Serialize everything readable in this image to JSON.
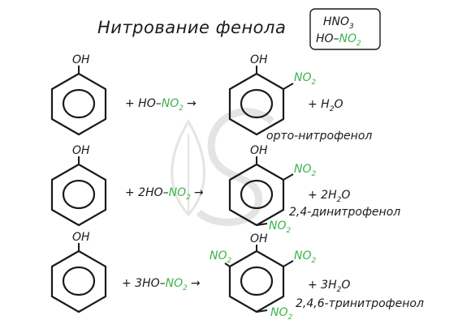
{
  "title": "Нитрование фенола",
  "reagent_box": {
    "line1_main": "HNO",
    "line1_sub": "3",
    "line2_black": "HO–",
    "line2_green": "NO",
    "line2_sub": "2"
  },
  "oh": "OH",
  "no2_main": "NO",
  "no2_sub": "2",
  "arrow": "→",
  "rows": [
    {
      "reagent_prefix": "+ HO–",
      "water": "+ H",
      "water_sub": "2",
      "water_end": "O",
      "product_name": "орто-нитрофенол"
    },
    {
      "reagent_prefix": "+ 2HO–",
      "water": "+ 2H",
      "water_sub": "2",
      "water_end": "O",
      "product_name": "2,4-динитрофенол"
    },
    {
      "reagent_prefix": "+ 3HO–",
      "water": "+ 3H",
      "water_sub": "2",
      "water_end": "O",
      "product_name": "2,4,6-тринитрофенол"
    }
  ],
  "colors": {
    "text": "#1a1a1a",
    "nitro_green": "#3bb44a",
    "watermark": "#e4e4e4"
  }
}
